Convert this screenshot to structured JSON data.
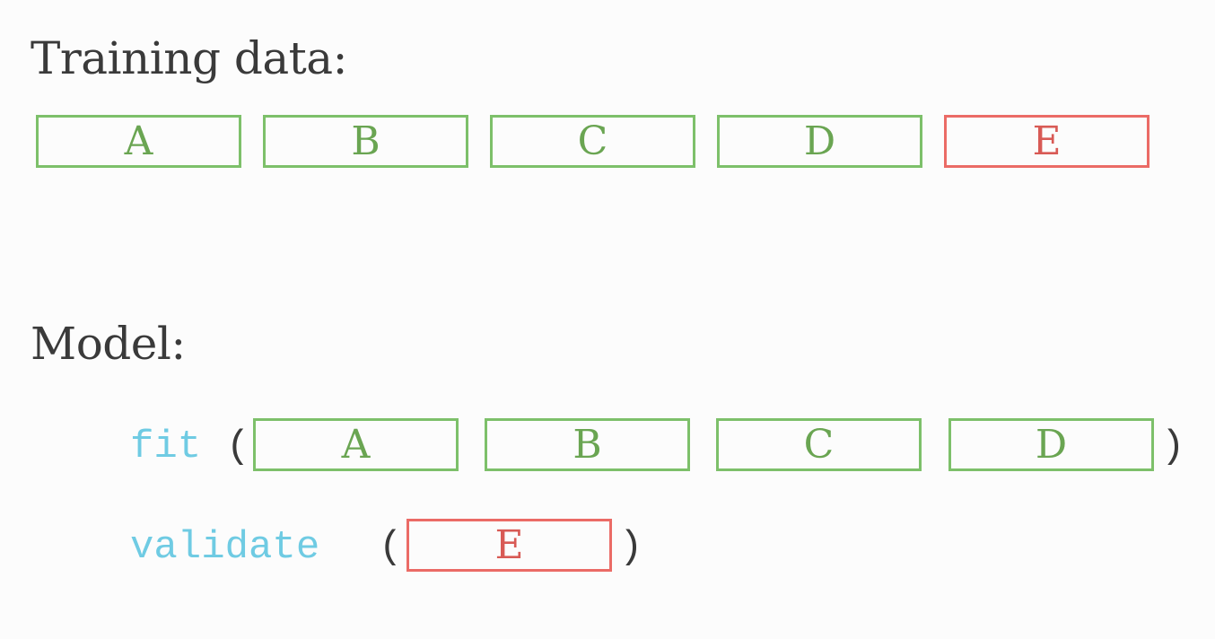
{
  "headings": {
    "training": "Training data:",
    "model": "Model:"
  },
  "training_folds": [
    {
      "label": "A",
      "status": "train"
    },
    {
      "label": "B",
      "status": "train"
    },
    {
      "label": "C",
      "status": "train"
    },
    {
      "label": "D",
      "status": "train"
    },
    {
      "label": "E",
      "status": "validation"
    }
  ],
  "fit_call": {
    "fn": "fit",
    "open": "(",
    "close": ")",
    "folds": [
      "A",
      "B",
      "C",
      "D"
    ]
  },
  "validate_call": {
    "fn": "validate",
    "open": "(",
    "close": ")",
    "folds": [
      "E"
    ]
  },
  "colors": {
    "train": "#7dc06a",
    "validation": "#eb6b66",
    "function": "#6fcbe3",
    "text": "#3a3a3a"
  }
}
